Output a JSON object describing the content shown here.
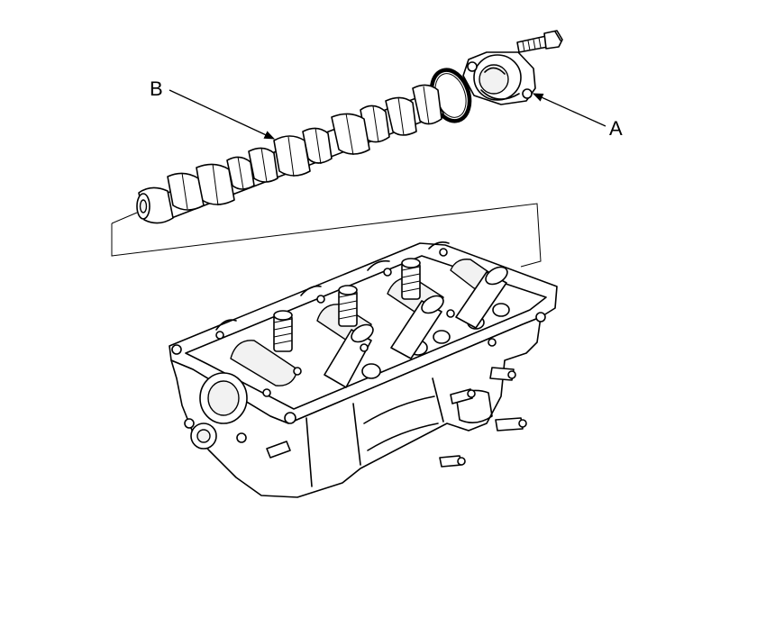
{
  "callouts": {
    "a": "A",
    "b": "B"
  },
  "parts": [
    {
      "key": "a",
      "name": "camshaft-holder"
    },
    {
      "key": "b",
      "name": "camshaft"
    }
  ],
  "colors": {
    "line": "#000000",
    "background": "#ffffff"
  }
}
